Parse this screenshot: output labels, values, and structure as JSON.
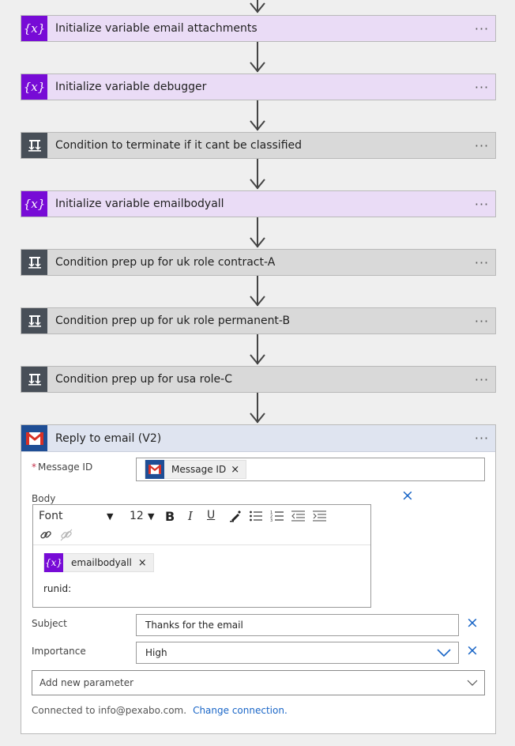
{
  "steps": [
    {
      "kind": "var",
      "title": "Initialize variable email attachments",
      "icon": "variable-icon"
    },
    {
      "kind": "var",
      "title": "Initialize variable debugger",
      "icon": "variable-icon"
    },
    {
      "kind": "cond",
      "title": "Condition to terminate if it cant be classified",
      "icon": "condition-icon"
    },
    {
      "kind": "var",
      "title": "Initialize variable emailbodyall",
      "icon": "variable-icon"
    },
    {
      "kind": "cond",
      "title": "Condition prep up for uk role contract-A",
      "icon": "condition-icon"
    },
    {
      "kind": "cond",
      "title": "Condition prep up for uk role permanent-B",
      "icon": "condition-icon"
    },
    {
      "kind": "cond",
      "title": "Condition prep up for usa role-C",
      "icon": "condition-icon"
    }
  ],
  "more_label": "···",
  "var_glyph": "{x}",
  "reply": {
    "title": "Reply to email (V2)",
    "message_id_label": "Message ID",
    "message_id_required": "*",
    "message_id_token": "Message ID",
    "token_remove": "×",
    "body_label": "Body",
    "toolbar": {
      "font": "Font",
      "font_arrow": "▼",
      "size": "12",
      "size_arrow": "▼",
      "bold": "B",
      "italic": "I",
      "underline": "U"
    },
    "body_token": "emailbodyall",
    "body_text": "runid:",
    "subject_label": "Subject",
    "subject_value": "Thanks for the email",
    "importance_label": "Importance",
    "importance_value": "High",
    "add_param_label": "Add new parameter",
    "connected_text": "Connected to info@pexabo.com.",
    "change_connection": "Change connection.",
    "clear_glyph": "×"
  },
  "colors": {
    "variable_accent": "#770bd6",
    "variable_bg": "#eadcf6",
    "condition_accent": "#484f58",
    "condition_bg": "#d9d9d9",
    "gmail_blue": "#1f4e95",
    "gmail_red": "#d93025",
    "link_blue": "#1a66c7"
  }
}
